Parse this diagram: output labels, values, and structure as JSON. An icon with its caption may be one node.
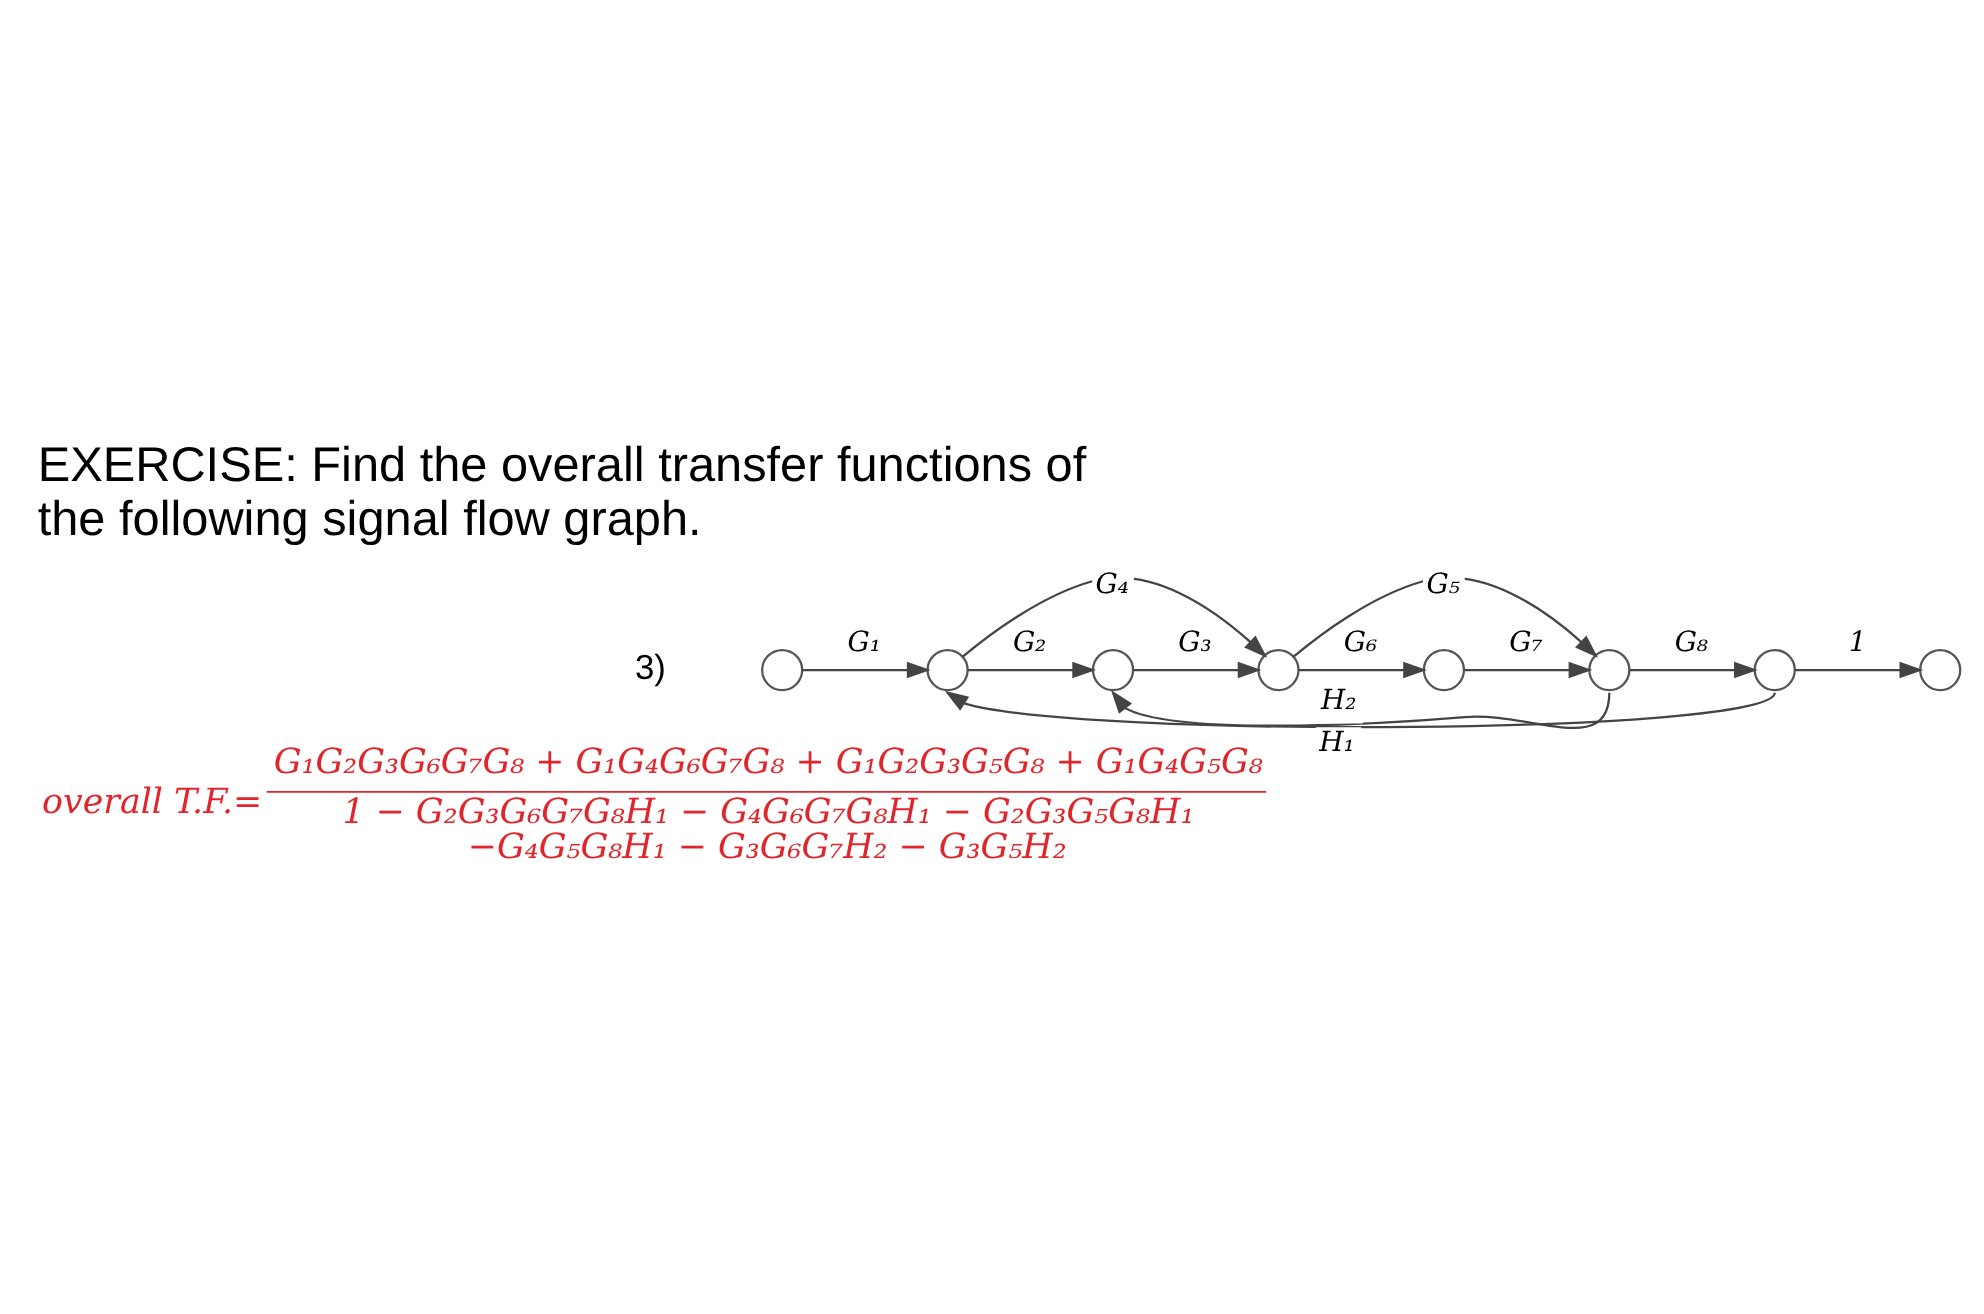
{
  "diagram": {
    "title": "EXERCISE: Find the overall transfer functions of the following signal flow graph.",
    "nodes": [
      {
        "text": [],
        "shape": "circle"
      },
      {
        "text": [],
        "shape": "circle"
      },
      {
        "text": [],
        "shape": "circle"
      },
      {
        "text": [],
        "shape": "circle"
      },
      {
        "text": [],
        "shape": "circle"
      },
      {
        "text": [],
        "shape": "circle"
      },
      {
        "text": [],
        "shape": "circle"
      },
      {
        "text": [],
        "shape": "circle"
      }
    ],
    "edges": [
      {
        "from": 0,
        "to": 1,
        "arrow": "to",
        "label": "G₁"
      },
      {
        "from": 1,
        "to": 2,
        "arrow": "to",
        "label": "G₂"
      },
      {
        "from": 2,
        "to": 3,
        "arrow": "to",
        "label": "G₃"
      },
      {
        "from": 1,
        "to": 3,
        "arrow": "to",
        "label": "G₄"
      },
      {
        "from": 3,
        "to": 4,
        "arrow": "to",
        "label": "G₆"
      },
      {
        "from": 4,
        "to": 5,
        "arrow": "to",
        "label": "G₇"
      },
      {
        "from": 3,
        "to": 5,
        "arrow": "to",
        "label": "G₅"
      },
      {
        "from": 5,
        "to": 6,
        "arrow": "to",
        "label": "G₈"
      },
      {
        "from": 6,
        "to": 7,
        "arrow": "to",
        "label": "1"
      },
      {
        "from": 5,
        "to": 2,
        "arrow": "to",
        "label": "H₂"
      },
      {
        "from": 6,
        "to": 1,
        "arrow": "to",
        "label": "H₁"
      }
    ],
    "labels": [
      "3)",
      "overall T.F.=",
      "G₁G₂G₃G₆G₇G₈ + G₁G₄G₆G₇G₈ + G₁G₂G₃G₅G₈ + G₁G₄G₅G₈",
      "1 − G₂G₃G₆G₇G₈H₁ − G₄G₆G₇G₈H₁ − G₂G₃G₅G₈H₁ −G₄G₅G₈H₁ − G₃G₆G₇H₂ − G₃G₅H₂"
    ]
  }
}
